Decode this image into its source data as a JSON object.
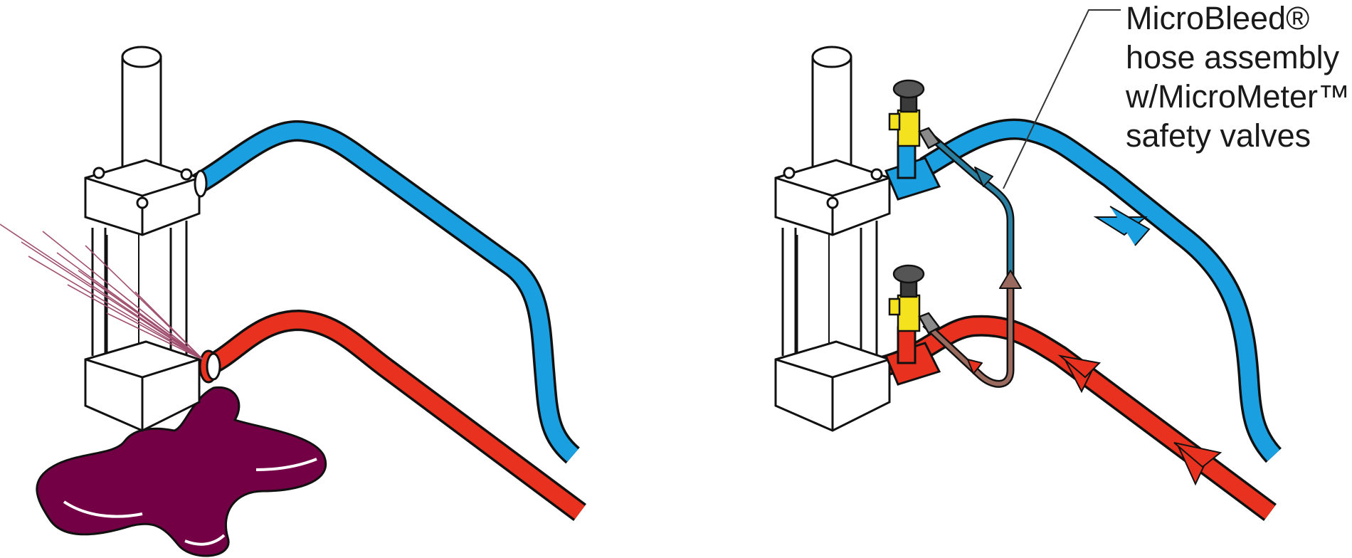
{
  "callout": {
    "lines": [
      "MicroBleed®",
      "hose assembly",
      "w/MicroMeter™",
      "safety valves"
    ]
  },
  "colors": {
    "background": "#ffffff",
    "outline": "#111111",
    "cap_line": "#1a9fe0",
    "cap_line_shadow": "#7fd3ff",
    "rod_line": "#e8311e",
    "rod_line_shadow": "#ff8a7a",
    "fluid_spill": "#730045",
    "fluid_spray": "#a0506e",
    "valve_body": "#f4e21e",
    "bleed_hose_blue": "#2a7fa0",
    "bleed_hose_brown": "#9a6a5e"
  },
  "icons": [
    "hydraulic-cylinder-icon",
    "hose-icon",
    "safety-valve-icon",
    "flow-arrow-icon",
    "fluid-leak-icon"
  ]
}
